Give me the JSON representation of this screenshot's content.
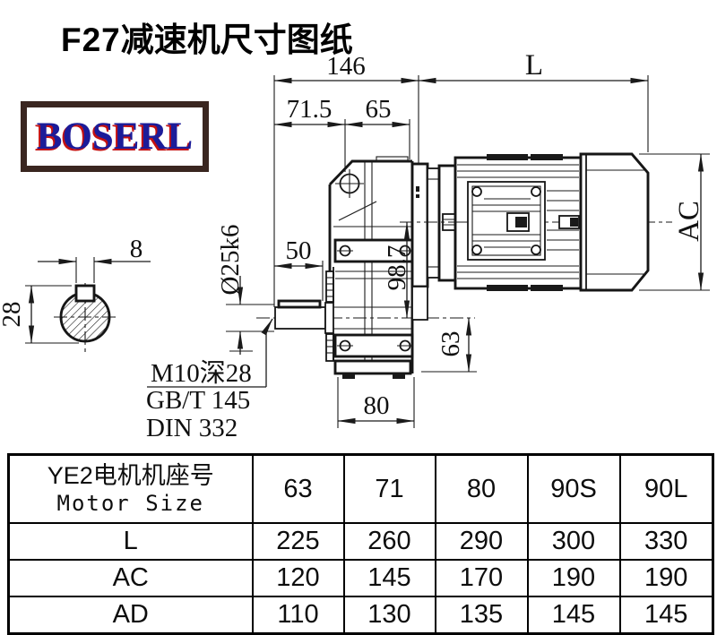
{
  "title": {
    "model": "F27",
    "suffix": "减速机尺寸图纸"
  },
  "logo": {
    "text": "BOSERL",
    "border_color": "#3a2620",
    "text_color": "#1c1c99",
    "shadow_color": "#c41111"
  },
  "drawing": {
    "dims": {
      "total_length": "146",
      "motor_length": "L",
      "bolt_offset": "71.5",
      "face_offset": "65",
      "shaft_length": "50",
      "shaft_dia": "Ø25k6",
      "axis_offset": "98.7",
      "foot_height": "63",
      "foot_width": "80",
      "motor_height": "AC",
      "key_width": "8",
      "section_height": "28"
    },
    "callout": {
      "line1": "M10深28",
      "line2": "GB/T 145",
      "line3": "DIN 332"
    }
  },
  "table": {
    "header_cn": "YE2电机机座号",
    "header_en": "Motor Size",
    "columns": [
      "63",
      "71",
      "80",
      "90S",
      "90L"
    ],
    "rows": [
      {
        "label": "L",
        "values": [
          "225",
          "260",
          "290",
          "300",
          "330"
        ]
      },
      {
        "label": "AC",
        "values": [
          "120",
          "145",
          "170",
          "190",
          "190"
        ]
      },
      {
        "label": "AD",
        "values": [
          "110",
          "130",
          "135",
          "145",
          "145"
        ]
      }
    ]
  }
}
